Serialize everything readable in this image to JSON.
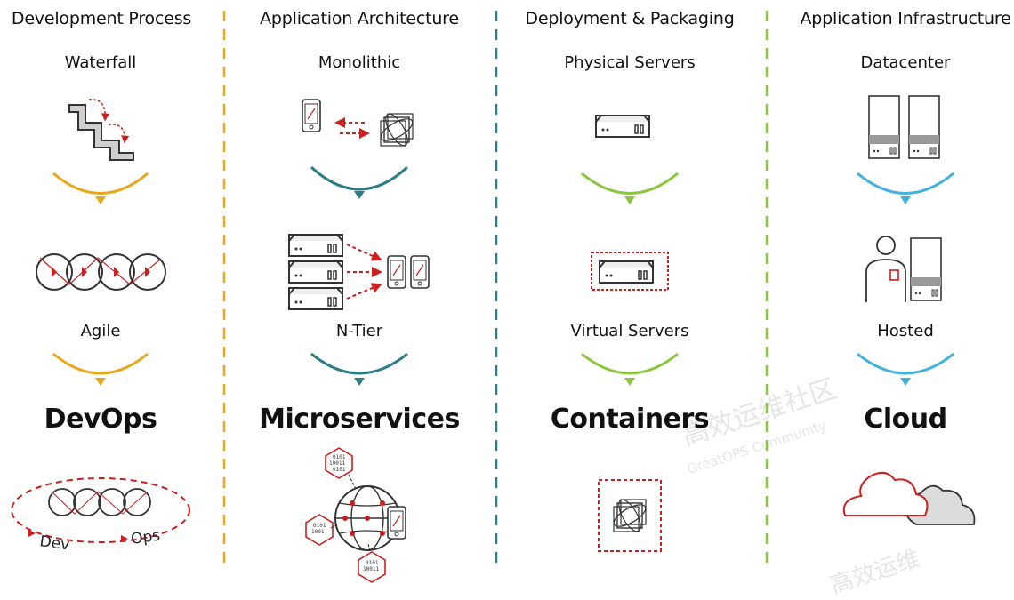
{
  "columns": [
    {
      "header": "Development Process",
      "labels": [
        "Waterfall",
        "Agile"
      ],
      "outcome": "DevOps",
      "accent": "#e8a81b",
      "icons": [
        "staircase-waterfall-icon",
        "circles-agile-icon",
        "devops-loop-icon"
      ],
      "loop_labels": {
        "left": "Dev",
        "right": "Ops"
      }
    },
    {
      "header": "Application Architecture",
      "labels": [
        "Monolithic",
        "N-Tier"
      ],
      "outcome": "Microservices",
      "accent": "#2b7d86",
      "icons": [
        "phone-monolith-icon",
        "servers-ntier-icon",
        "microservices-globe-icon"
      ],
      "binary_tag": "0101\n10011\n0101"
    },
    {
      "header": "Deployment & Packaging",
      "labels": [
        "Physical Servers",
        "Virtual Servers"
      ],
      "outcome": "Containers",
      "accent": "#8cc63f",
      "icons": [
        "physical-server-icon",
        "virtual-server-icon",
        "container-icon"
      ]
    },
    {
      "header": "Application Infrastructure",
      "labels": [
        "Datacenter",
        "Hosted"
      ],
      "outcome": "Cloud",
      "accent": "#3fb3de",
      "icons": [
        "datacenter-icon",
        "hosted-icon",
        "cloud-icon"
      ]
    }
  ],
  "watermark": {
    "line1": "高效运维社区",
    "line2": "GreatOPS Community",
    "line3": "高效运维"
  },
  "colors": {
    "divider1": "#e8a81b",
    "divider2": "#2b7d86",
    "divider3": "#8cc63f",
    "icon_red": "#cc1f1f",
    "icon_gray": "#444444"
  }
}
